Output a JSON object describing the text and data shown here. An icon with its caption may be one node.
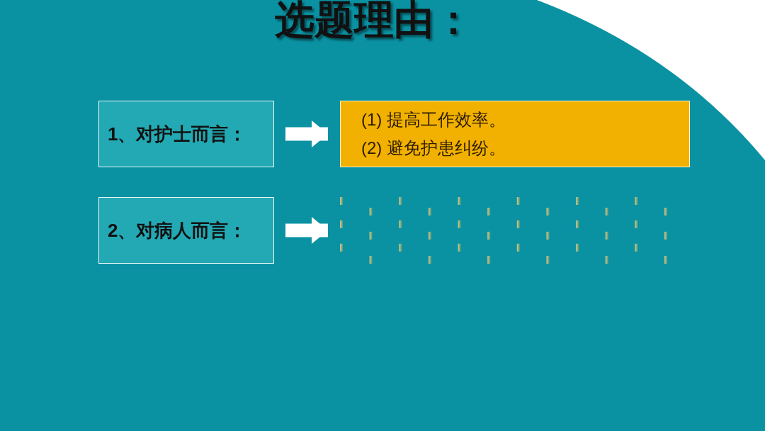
{
  "diagram": {
    "title": "选题理由：",
    "nodes": [
      {
        "text": [
          "1、对护士而言："
        ]
      },
      {
        "text": [
          "(1) 提高工作效率。",
          "(2) 避免护患纠纷。"
        ]
      },
      {
        "text": [
          "2、对病人而言："
        ]
      },
      {
        "text": [],
        "shape": "box"
      }
    ],
    "edges": [
      {
        "from": 0,
        "to": 1,
        "arrow": "to"
      },
      {
        "from": 2,
        "to": 3,
        "arrow": "to"
      }
    ]
  }
}
